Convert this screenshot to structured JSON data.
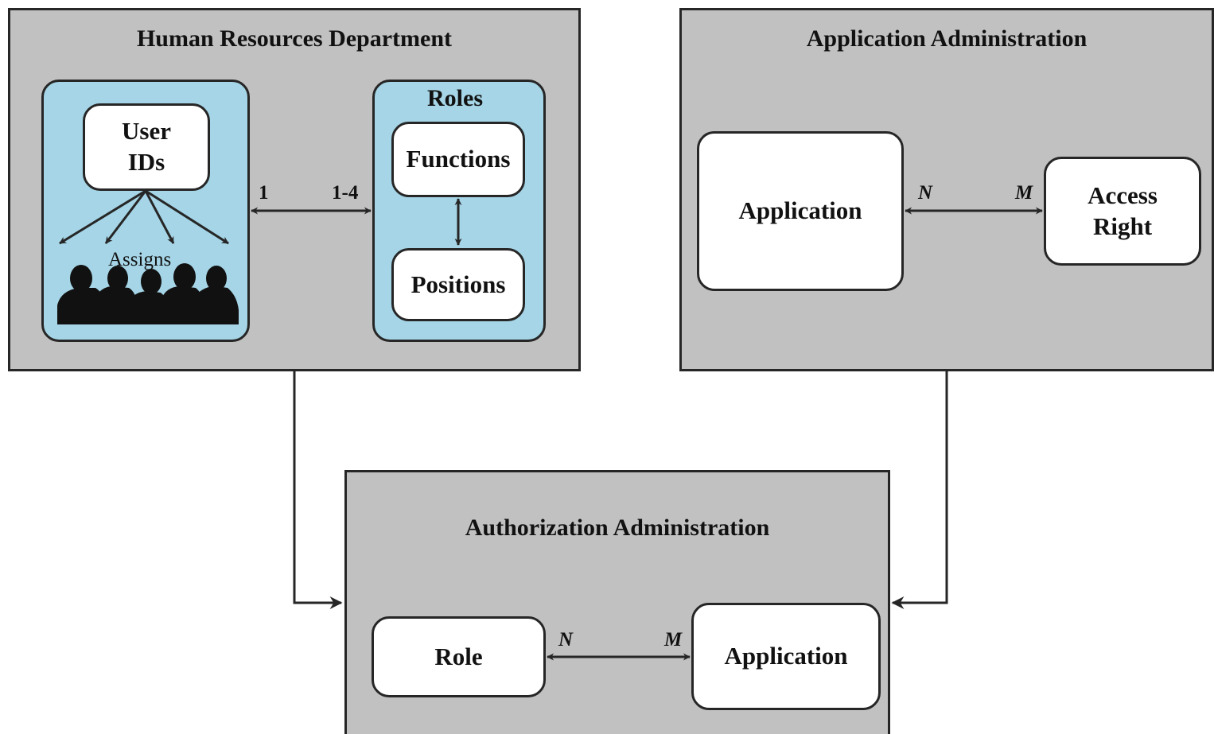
{
  "panels": {
    "hr": {
      "title": "Human Resources Department",
      "user_ids": "User\nIDs",
      "assigns": "Assigns",
      "link_left": "1",
      "link_right": "1-4",
      "roles_title": "Roles",
      "functions": "Functions",
      "positions": "Positions"
    },
    "app_admin": {
      "title": "Application Administration",
      "application": "Application",
      "access_right": "Access\nRight",
      "card_left": "N",
      "card_right": "M"
    },
    "auth_admin": {
      "title": "Authorization Administration",
      "role": "Role",
      "application": "Application",
      "card_left": "N",
      "card_right": "M"
    }
  },
  "colors": {
    "panel_fill": "#c1c1c1",
    "inner_fill": "#a5d5e6",
    "box_fill": "#ffffff",
    "stroke": "#262626"
  },
  "icons": {
    "people": "people-silhouette-icon"
  }
}
